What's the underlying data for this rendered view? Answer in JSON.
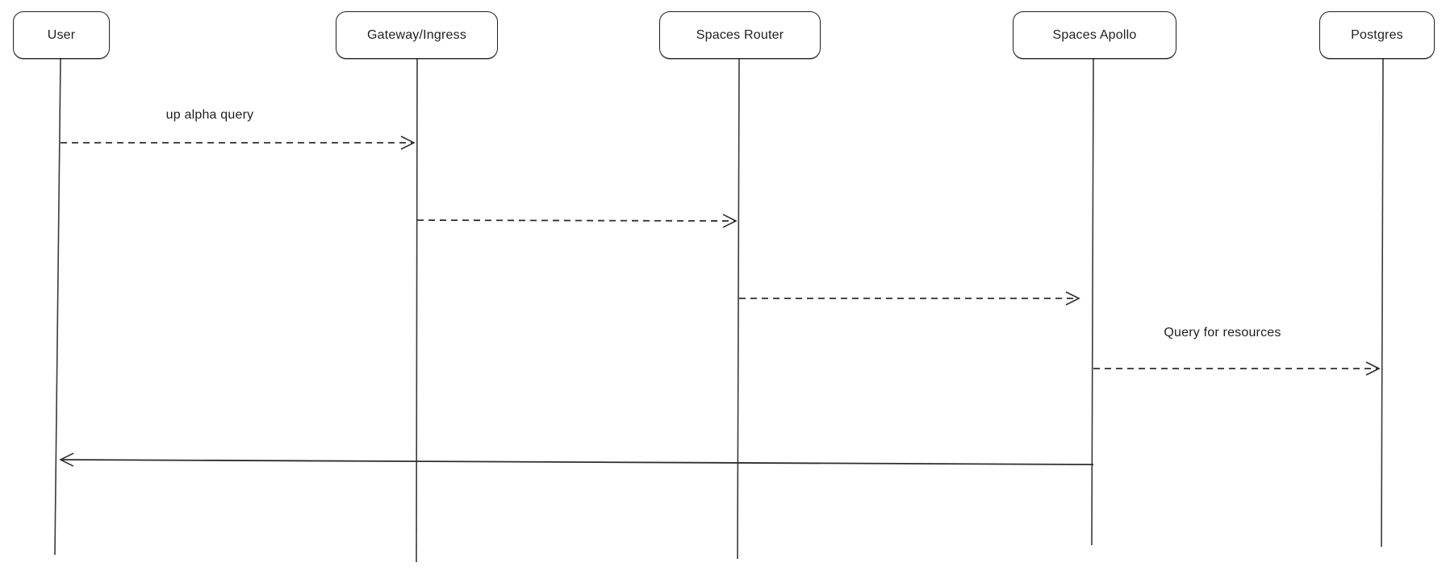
{
  "diagram": {
    "type": "sequence",
    "actors": [
      {
        "id": "user",
        "label": "User"
      },
      {
        "id": "gateway",
        "label": "Gateway/Ingress"
      },
      {
        "id": "spaces-router",
        "label": "Spaces Router"
      },
      {
        "id": "spaces-apollo",
        "label": "Spaces Apollo"
      },
      {
        "id": "postgres",
        "label": "Postgres"
      }
    ],
    "messages": [
      {
        "from": "User",
        "to": "Gateway/Ingress",
        "label": "up alpha query",
        "line": "dashed"
      },
      {
        "from": "Gateway/Ingress",
        "to": "Spaces Router",
        "label": "",
        "line": "dashed"
      },
      {
        "from": "Spaces Router",
        "to": "Spaces Apollo",
        "label": "",
        "line": "dashed"
      },
      {
        "from": "Spaces Apollo",
        "to": "Postgres",
        "label": "Query for resources",
        "line": "dashed"
      },
      {
        "from": "Spaces Apollo",
        "to": "User",
        "label": "",
        "line": "solid"
      }
    ],
    "colors": {
      "background": "#ffffff",
      "stroke": "#1e1e1e",
      "text": "#1f1f1f"
    }
  }
}
